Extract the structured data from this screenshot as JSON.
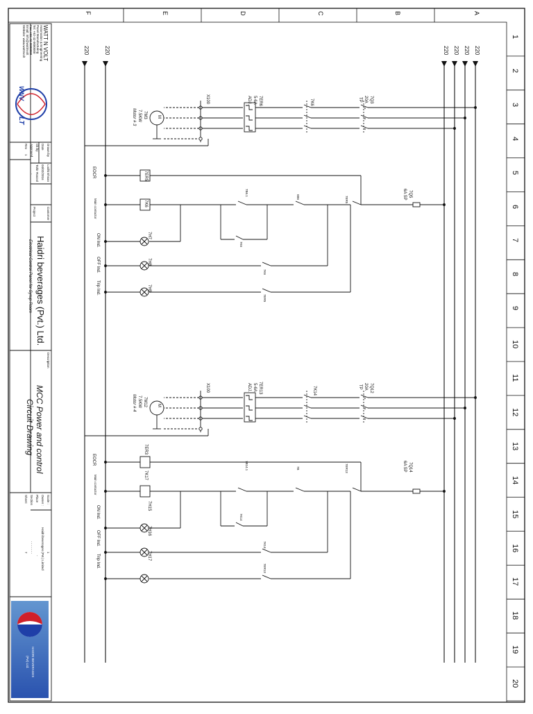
{
  "grid": {
    "row_numbers": [
      "1",
      "2",
      "3",
      "4",
      "5",
      "6",
      "7",
      "8",
      "9",
      "10",
      "11",
      "12",
      "13",
      "14",
      "15",
      "16",
      "17",
      "18",
      "19",
      "20"
    ],
    "column_letters": [
      "A",
      "B",
      "C",
      "D",
      "E",
      "F"
    ]
  },
  "buses": {
    "left": [
      "220",
      "220"
    ],
    "right": [
      "220",
      "220",
      "220",
      "220"
    ]
  },
  "circuit1": {
    "breaker": "7Q3",
    "breaker_rating": "20A",
    "breaker_type": "TP",
    "contactor": "7K6",
    "relay": "7ER6",
    "relay_range": "5-6A",
    "relay_adj": "ADJ.",
    "terminal": "X100",
    "motor_tag": "7M3",
    "motor_power": "7.5KW",
    "motor_name": "Motor # 3",
    "motor_symbol": "M",
    "eocr_label": "EOCR",
    "eocr_tag": "7ER5",
    "main_label": "Main contactor",
    "main_tag": "7K6",
    "on_label": "ON Ind.",
    "on_tag": "7H7",
    "off_label": "OFF Ind.",
    "off_tag": "7H8",
    "trip_label": "Trip Ind.",
    "trip_tag": "7H9",
    "fuse_tag": "7Q5",
    "fuse_rating": "6A SP",
    "pb_stop": "7B6.1",
    "pb_start": "6B6",
    "relay_contact": "7ER5",
    "aux_on": "7K6",
    "aux_off": "7K6",
    "aux_trip": "7ER5"
  },
  "circuit2": {
    "breaker": "7Q12",
    "breaker_rating": "20A",
    "breaker_type": "TP",
    "contactor": "7K14",
    "relay": "7ER13",
    "relay_range": "5-6A",
    "relay_adj": "ADJ.",
    "terminal": "X100",
    "motor_tag": "7M12",
    "motor_power": "7.5KW",
    "motor_name": "Motor # 4",
    "motor_symbol": "M",
    "eocr_label": "EOCR",
    "eocr_tag": "7ER3",
    "main_label": "Main contactor",
    "main_tag": "7K17",
    "on_label": "ON Ind.",
    "on_tag": "7H15",
    "off_label": "OFF Ind.",
    "off_tag": "7H16",
    "trip_label": "Trip Ind.",
    "trip_tag": "7H17",
    "fuse_tag": "7Q14",
    "fuse_rating": "6A SP",
    "pb_stop": "7B14.1",
    "pb_start": "7B",
    "relay_contact": "7ER13",
    "aux_on": "7K14",
    "aux_off": "7K14",
    "aux_trip": "7ER13"
  },
  "title_block": {
    "company": "WATT N VOLT",
    "company_lines": [
      "Automation & Engineering",
      "Panel Manufacturing",
      "Tel: +92-42-0000000",
      "Fax: +92-42-0000000",
      "Email: info@wattnvolt",
      "Website: www.wattnvolt"
    ],
    "logo_text": "WNV",
    "logo_sub": "LT",
    "drawn_by_label": "Drawn by",
    "drawn_by": "Lodhi Ehsan",
    "date_label": "Date",
    "date": "04/02/2016",
    "ck_by_label": "Ck by",
    "ck_by": "Tahir Rasool",
    "approved_label": "Approved",
    "approved": "-",
    "rev_label": "Rev",
    "rev": "1",
    "customer_label": "Customer",
    "customer": "Haidri beverages (Pvt.) Ltd.",
    "project_label": "Project",
    "project": "Electrical Control Panel  for Syrup Room",
    "description_label": "Description",
    "description_1": "MCC Power and control",
    "description_2": "Circuit Drawing",
    "scale_label": "Scale :",
    "scale": "1",
    "owner_label": "Owner :",
    "owner": "Haidri beverages (Pvt.) Limited",
    "plant_label": "Place",
    "plant": "-",
    "section_label": "Section",
    "section": "- - - - - - -",
    "sheet_label": "Sheet:",
    "sheet": "7",
    "client_logo_1": "HAIDRI BEVERAGES",
    "client_logo_2": "(Pvt) Ltd."
  },
  "colors": {
    "line": "#111111",
    "logo_blue": "#1f3fa8",
    "logo_red": "#d0202a"
  }
}
